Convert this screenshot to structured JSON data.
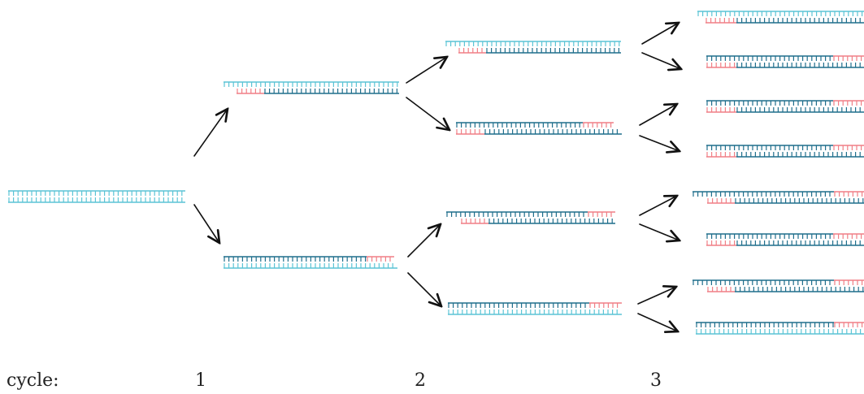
{
  "cycle_label": "cycle:",
  "cycle_numbers": [
    "1",
    "2",
    "3"
  ],
  "colors": {
    "original_strand": "#5bc4d5",
    "new_strand": "#1f6e8c",
    "primer": "#f07f86",
    "arrow": "#111111",
    "text": "#222222"
  },
  "legend_note": "",
  "icons": {
    "arrow": "arrow-icon",
    "dna": "dna-duplex-icon"
  }
}
